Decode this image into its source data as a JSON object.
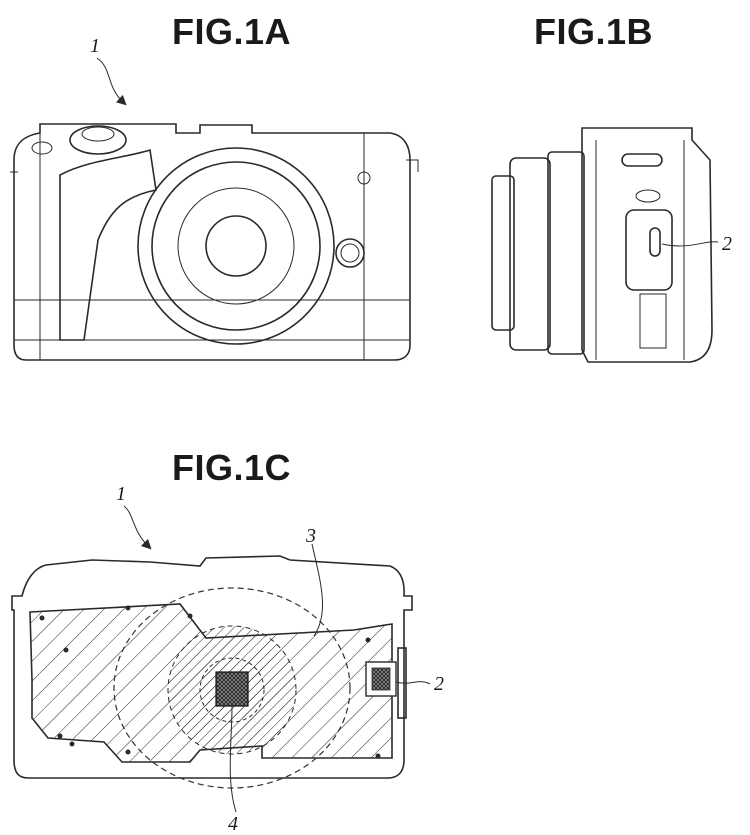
{
  "figures": {
    "fig1a": {
      "title": "FIG.1A",
      "ref_camera": "1"
    },
    "fig1b": {
      "title": "FIG.1B",
      "ref_connector": "2"
    },
    "fig1c": {
      "title": "FIG.1C",
      "ref_camera": "1",
      "ref_board": "3",
      "ref_connector": "2",
      "ref_chip": "4"
    }
  },
  "colors": {
    "ink": "#2a2a2a",
    "paper": "#ffffff"
  }
}
